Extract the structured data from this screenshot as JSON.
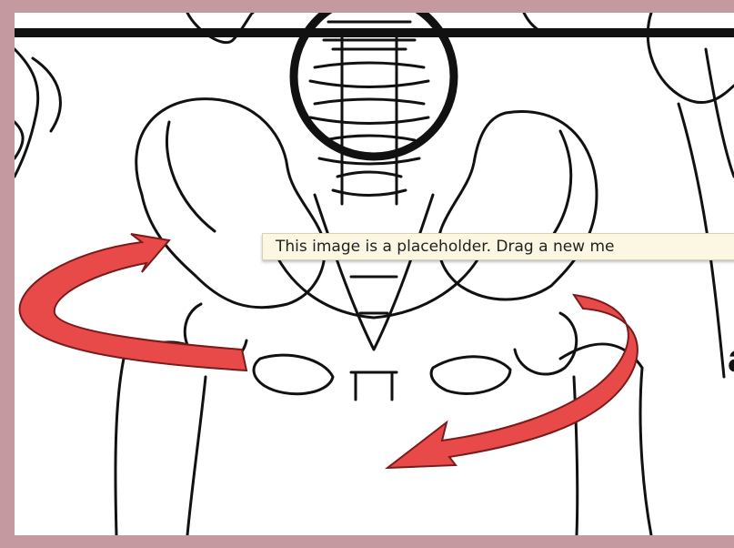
{
  "placeholder": {
    "tooltip_text": "This image is a placeholder. Drag a new me"
  },
  "edge_glyph": "a",
  "colors": {
    "frame_background": "#c49aa0",
    "image_background": "#ffffff",
    "arrow_red": "#e84a4a",
    "ink": "#111111",
    "tooltip_background": "#fbf7e2"
  },
  "icons": [
    "spine-highlight-circle",
    "rotation-arrow-left",
    "rotation-arrow-right"
  ]
}
